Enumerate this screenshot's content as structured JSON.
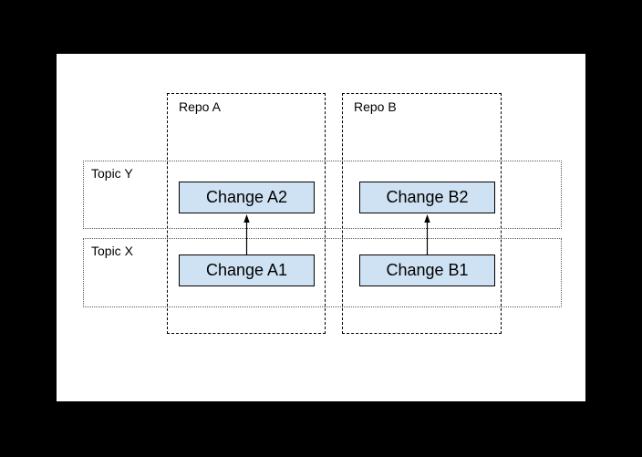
{
  "diagram": {
    "repos": [
      {
        "label": "Repo A"
      },
      {
        "label": "Repo B"
      }
    ],
    "topics": [
      {
        "label": "Topic Y"
      },
      {
        "label": "Topic X"
      }
    ],
    "changes": [
      {
        "label": "Change A2"
      },
      {
        "label": "Change B2"
      },
      {
        "label": "Change A1"
      },
      {
        "label": "Change B1"
      }
    ],
    "arrows": [
      {
        "from": "Change A1",
        "to": "Change A2"
      },
      {
        "from": "Change B1",
        "to": "Change B2"
      }
    ],
    "colors": {
      "page_background": "#000000",
      "canvas_background": "#ffffff",
      "change_fill": "#cfe2f3",
      "line": "#000000"
    }
  }
}
